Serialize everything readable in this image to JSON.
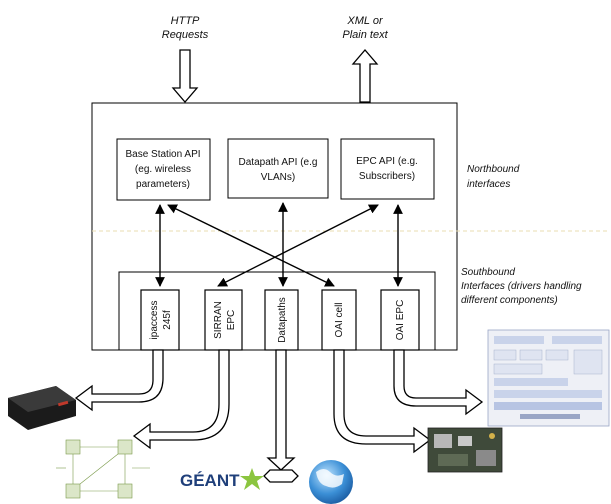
{
  "top": {
    "http_line1": "HTTP",
    "http_line2": "Requests",
    "xml_line1": "XML or",
    "xml_line2": "Plain text"
  },
  "northbound": {
    "label_line1": "Northbound",
    "label_line2": "interfaces",
    "apis": [
      {
        "line1": "Base Station API",
        "line2": "(eg. wireless",
        "line3": "parameters)"
      },
      {
        "line1": "Datapath API (e.g",
        "line2": "VLANs)"
      },
      {
        "line1": "EPC API (e.g.",
        "line2": "Subscribers)"
      }
    ]
  },
  "southbound": {
    "label_line1": "Southbound",
    "label_line2": "Interfaces (drivers handling",
    "label_line3": "different components)",
    "drivers": [
      {
        "line1": "ipaccess",
        "line2": "245f"
      },
      {
        "line1": "SIRRAN",
        "line2": "EPC"
      },
      {
        "line1": "Datapaths"
      },
      {
        "line1": "OAI cell"
      },
      {
        "line1": "OAI EPC"
      }
    ]
  },
  "bottom": {
    "geant_label": "GÉANT"
  },
  "colors": {
    "line": "#000000",
    "dashed_divider": "#e8dcb0",
    "globe": "#3b8fd6",
    "geant_star": "#8bc53f",
    "geant_text": "#1f3f7a"
  }
}
